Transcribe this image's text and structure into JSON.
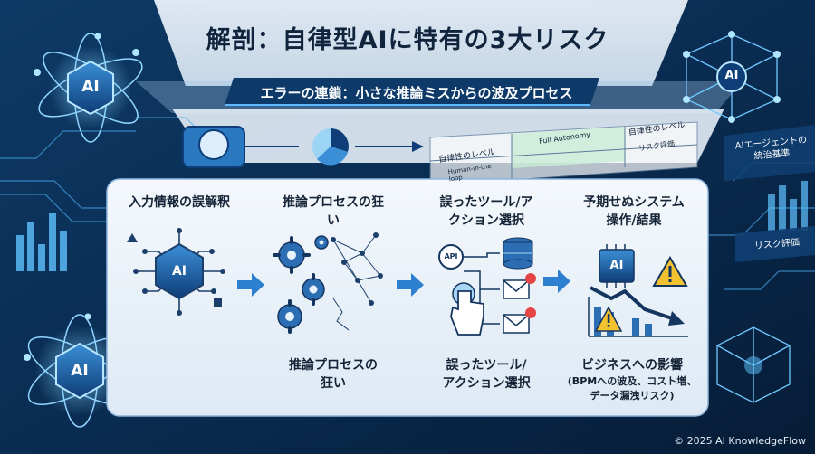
{
  "header": {
    "title": "解剖：自律型AIに特有の3大リスク",
    "subtitle": "エラーの連鎖：小さな推論ミスからの波及プロセス"
  },
  "badges": {
    "ai_label": "AI",
    "api_label": "API"
  },
  "autonomy_table": {
    "row_label": "自律性のレベル",
    "full_autonomy": "Full Autonomy",
    "column_label": "自律性のレベル",
    "risk_eval": "リスク評価",
    "human_in_loop": "Human-in-the-loop"
  },
  "stages": [
    {
      "label": "入力情報の誤解釈"
    },
    {
      "label_line1": "推論プロセスの狂",
      "label_line2": "い",
      "caption_line1": "推論プロセスの",
      "caption_line2": "狂い"
    },
    {
      "label_line1": "誤ったツール/ア",
      "label_line2": "クション選択",
      "caption_line1": "誤ったツール/",
      "caption_line2": "アクション選択"
    },
    {
      "label_line1": "予期せぬシステム",
      "label_line2": "操作/結果",
      "caption_line1": "ビジネスへの影響",
      "caption_line2": "(BPMへの波及、コスト増、",
      "caption_line3": "データ漏洩リスク)"
    }
  ],
  "side_labels": {
    "governance_line1": "AIエージェントの",
    "governance_line2": "統治基準",
    "risk_eval": "リスク評価"
  },
  "footer": {
    "copyright": "© 2025 AI KnowledgeFlow"
  }
}
